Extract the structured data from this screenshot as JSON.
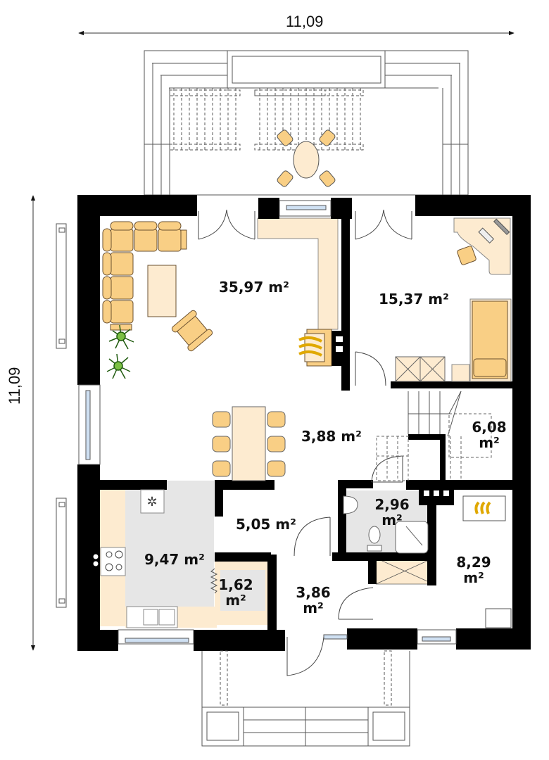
{
  "plan": {
    "dimensions": {
      "width_label": "11,09",
      "height_label": "11,09"
    },
    "colors": {
      "wall": "#000000",
      "furniture_fill": "#fbd9a8",
      "light_fill": "#fdebd0",
      "tile_gray": "#e6e6e6",
      "window_glass": "#cfe0f2",
      "flame": "#f2c200",
      "plant": "#3e9a1f"
    },
    "rooms": [
      {
        "id": "living",
        "area": "35,97 m²"
      },
      {
        "id": "bedroom",
        "area": "15,37 m²"
      },
      {
        "id": "hall",
        "area": "3,88 m²"
      },
      {
        "id": "stairs",
        "area": "6,08",
        "unit": "m²"
      },
      {
        "id": "kitchen",
        "area": "9,47 m²"
      },
      {
        "id": "corridor",
        "area": "5,05 m²"
      },
      {
        "id": "pantry",
        "area": "1,62",
        "unit": "m²"
      },
      {
        "id": "bathroom",
        "area": "2,96",
        "unit": "m²"
      },
      {
        "id": "entrance",
        "area": "3,86",
        "unit": "m²"
      },
      {
        "id": "boiler",
        "area": "8,29",
        "unit": "m²"
      }
    ]
  }
}
